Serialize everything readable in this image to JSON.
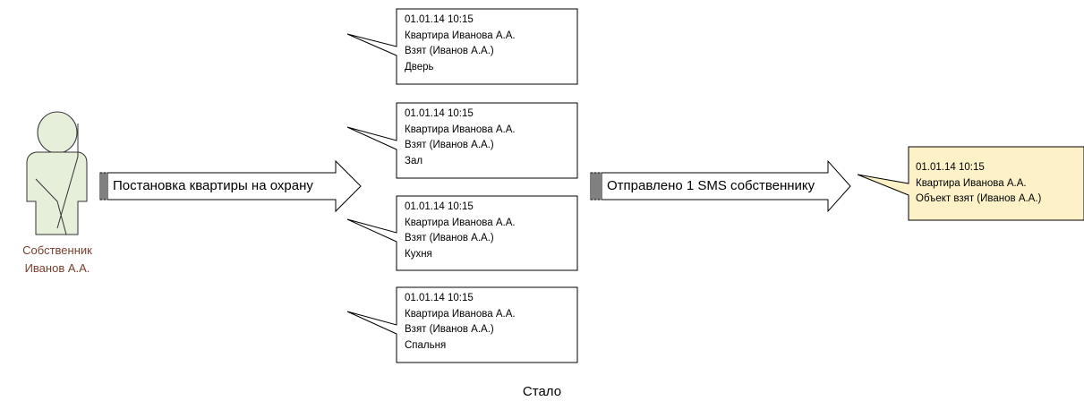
{
  "actor": {
    "name_line1": "Собственник",
    "name_line2": "Иванов А.А."
  },
  "arrow_arm": {
    "label": "Постановка квартиры на охрану"
  },
  "arrow_sms": {
    "label": "Отправлено 1 SMS собственнику"
  },
  "callouts": [
    {
      "datetime": "01.01.14 10:15",
      "object": "Квартира Иванова А.А.",
      "status": "Взят (Иванов А.А.)",
      "zone": "Дверь"
    },
    {
      "datetime": "01.01.14 10:15",
      "object": "Квартира Иванова А.А.",
      "status": "Взят (Иванов А.А.)",
      "zone": "Зал"
    },
    {
      "datetime": "01.01.14 10:15",
      "object": "Квартира Иванова А.А.",
      "status": "Взят (Иванов А.А.)",
      "zone": "Кухня"
    },
    {
      "datetime": "01.01.14 10:15",
      "object": "Квартира Иванова А.А.",
      "status": "Взят (Иванов А.А.)",
      "zone": "Спальня"
    }
  ],
  "sms_callout": {
    "datetime": "01.01.14 10:15",
    "object": "Квартира Иванова А.А.",
    "status": "Объект взят (Иванов А.А.)"
  },
  "caption": "Стало",
  "colors": {
    "actor_fill": "#e6efd9",
    "actor_label": "#7a3f2e",
    "sms_callout_fill": "#fdf1c7"
  }
}
